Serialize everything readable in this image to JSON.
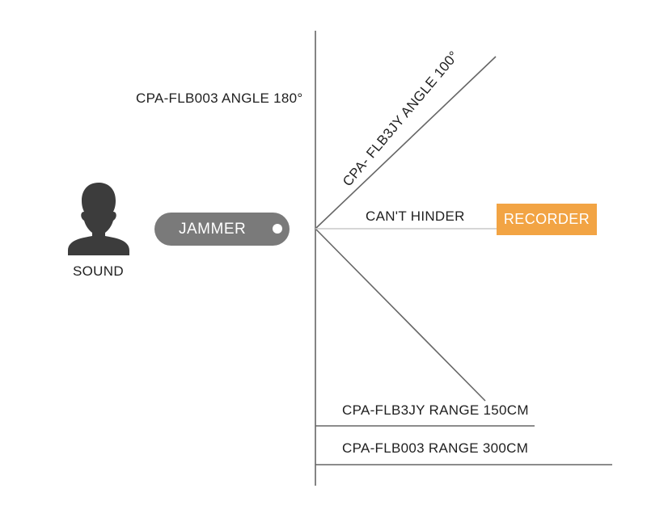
{
  "diagram": {
    "person_icon": "person-silhouette-icon",
    "sound_label": "SOUND",
    "jammer_label": "JAMMER",
    "recorder_label": "RECORDER",
    "cant_hinder_label": "CAN'T HINDER",
    "angle_180_label": "CPA-FLB003 ANGLE 180°",
    "angle_100_label": "CPA- FLB3JY ANGLE 100°",
    "range_150_label": "CPA-FLB3JY RANGE 150CM",
    "range_300_label": "CPA-FLB003 RANGE 300CM"
  },
  "colors": {
    "line": "#666666",
    "thin_line": "#c8c8c8",
    "jammer_fill": "#7a7a7a",
    "recorder_fill": "#f2a444",
    "person_fill": "#3c3c3c"
  }
}
